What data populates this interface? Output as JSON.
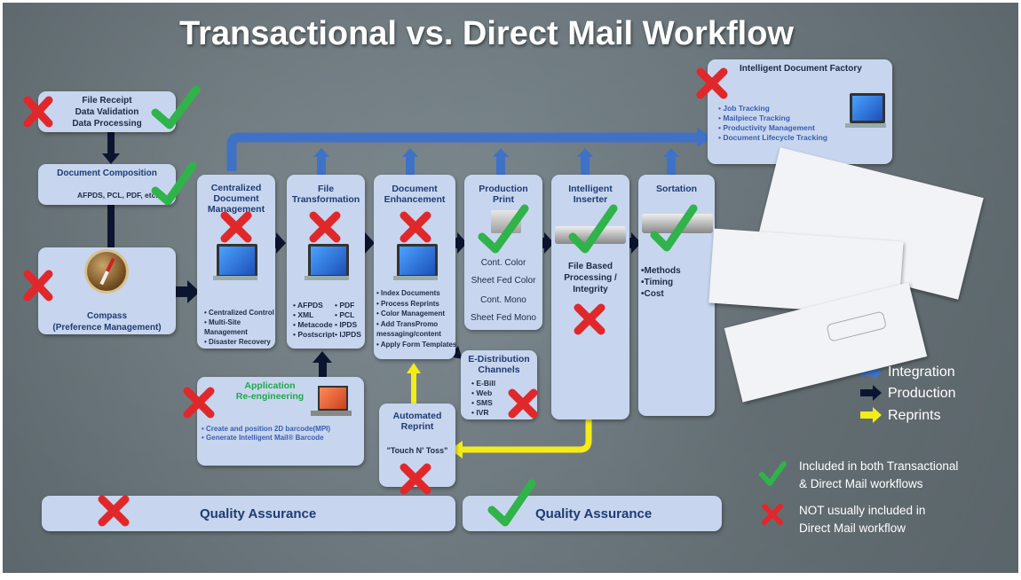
{
  "title": "Transactional vs. Direct Mail Workflow",
  "file_receipt": {
    "lines": [
      "File Receipt",
      "Data Validation",
      "Data Processing"
    ]
  },
  "document_composition": {
    "title": "Document Composition",
    "formats": "AFPDS, PCL, PDF, etc."
  },
  "compass": {
    "lines": [
      "Compass",
      "(Preference Management)"
    ]
  },
  "centralized": {
    "title_lines": [
      "Centralized",
      "Document",
      "Management"
    ],
    "items": [
      "Centralized Control",
      "Multi-Site Management",
      "Disaster Recovery"
    ]
  },
  "file_transformation": {
    "title_lines": [
      "File",
      "Transformation"
    ],
    "col1": [
      "AFPDS",
      "XML",
      "Metacode",
      "Postscript"
    ],
    "col2": [
      "PDF",
      "PCL",
      "IPDS",
      "IJPDS"
    ]
  },
  "document_enhancement": {
    "title_lines": [
      "Document",
      "Enhancement"
    ],
    "items": [
      "Index Documents",
      "Process Reprints",
      "Color Management",
      "Add TransPromo messaging/content",
      "Apply Form Templates"
    ]
  },
  "production_print": {
    "title_lines": [
      "Production",
      "Print"
    ],
    "items": [
      "Cont. Color",
      "Sheet Fed Color",
      "Cont. Mono",
      "Sheet Fed Mono"
    ]
  },
  "intelligent_inserter": {
    "title_lines": [
      "Intelligent",
      "Inserter"
    ],
    "body_lines": [
      "File Based",
      "Processing /",
      "Integrity"
    ]
  },
  "sortation": {
    "title": "Sortation",
    "items": [
      "Methods",
      "Timing",
      "Cost"
    ]
  },
  "idf": {
    "title": "Intelligent Document Factory",
    "items": [
      "Job Tracking",
      "Mailpiece Tracking",
      "Productivity Management",
      "Document Lifecycle Tracking"
    ]
  },
  "application": {
    "title_lines": [
      "Application",
      "Re-engineering"
    ],
    "items": [
      "Create and position 2D barcode(MPI)",
      "Generate Intelligent Mail® Barcode"
    ]
  },
  "edistribution": {
    "title_lines": [
      "E-Distribution",
      "Channels"
    ],
    "items": [
      "E-Bill",
      "Web",
      "SMS",
      "IVR"
    ]
  },
  "automated_reprint": {
    "title_lines": [
      "Automated",
      "Reprint"
    ],
    "tagline": "\"Touch N' Toss\""
  },
  "qa_left": "Quality Assurance",
  "qa_right": "Quality Assurance",
  "legend": {
    "integration": "Integration",
    "production": "Production",
    "reprints": "Reprints",
    "check_lines": [
      "Included in both Transactional",
      "& Direct Mail workflows"
    ],
    "cross_lines": [
      "NOT usually included in",
      "Direct Mail workflow"
    ]
  },
  "colors": {
    "check": "#2fb34a",
    "cross": "#e0282b",
    "integration_arrow": "#3f72c7",
    "production_arrow": "#0c1530",
    "reprint_arrow": "#f4ec1a",
    "box": "#c7d6ee"
  }
}
